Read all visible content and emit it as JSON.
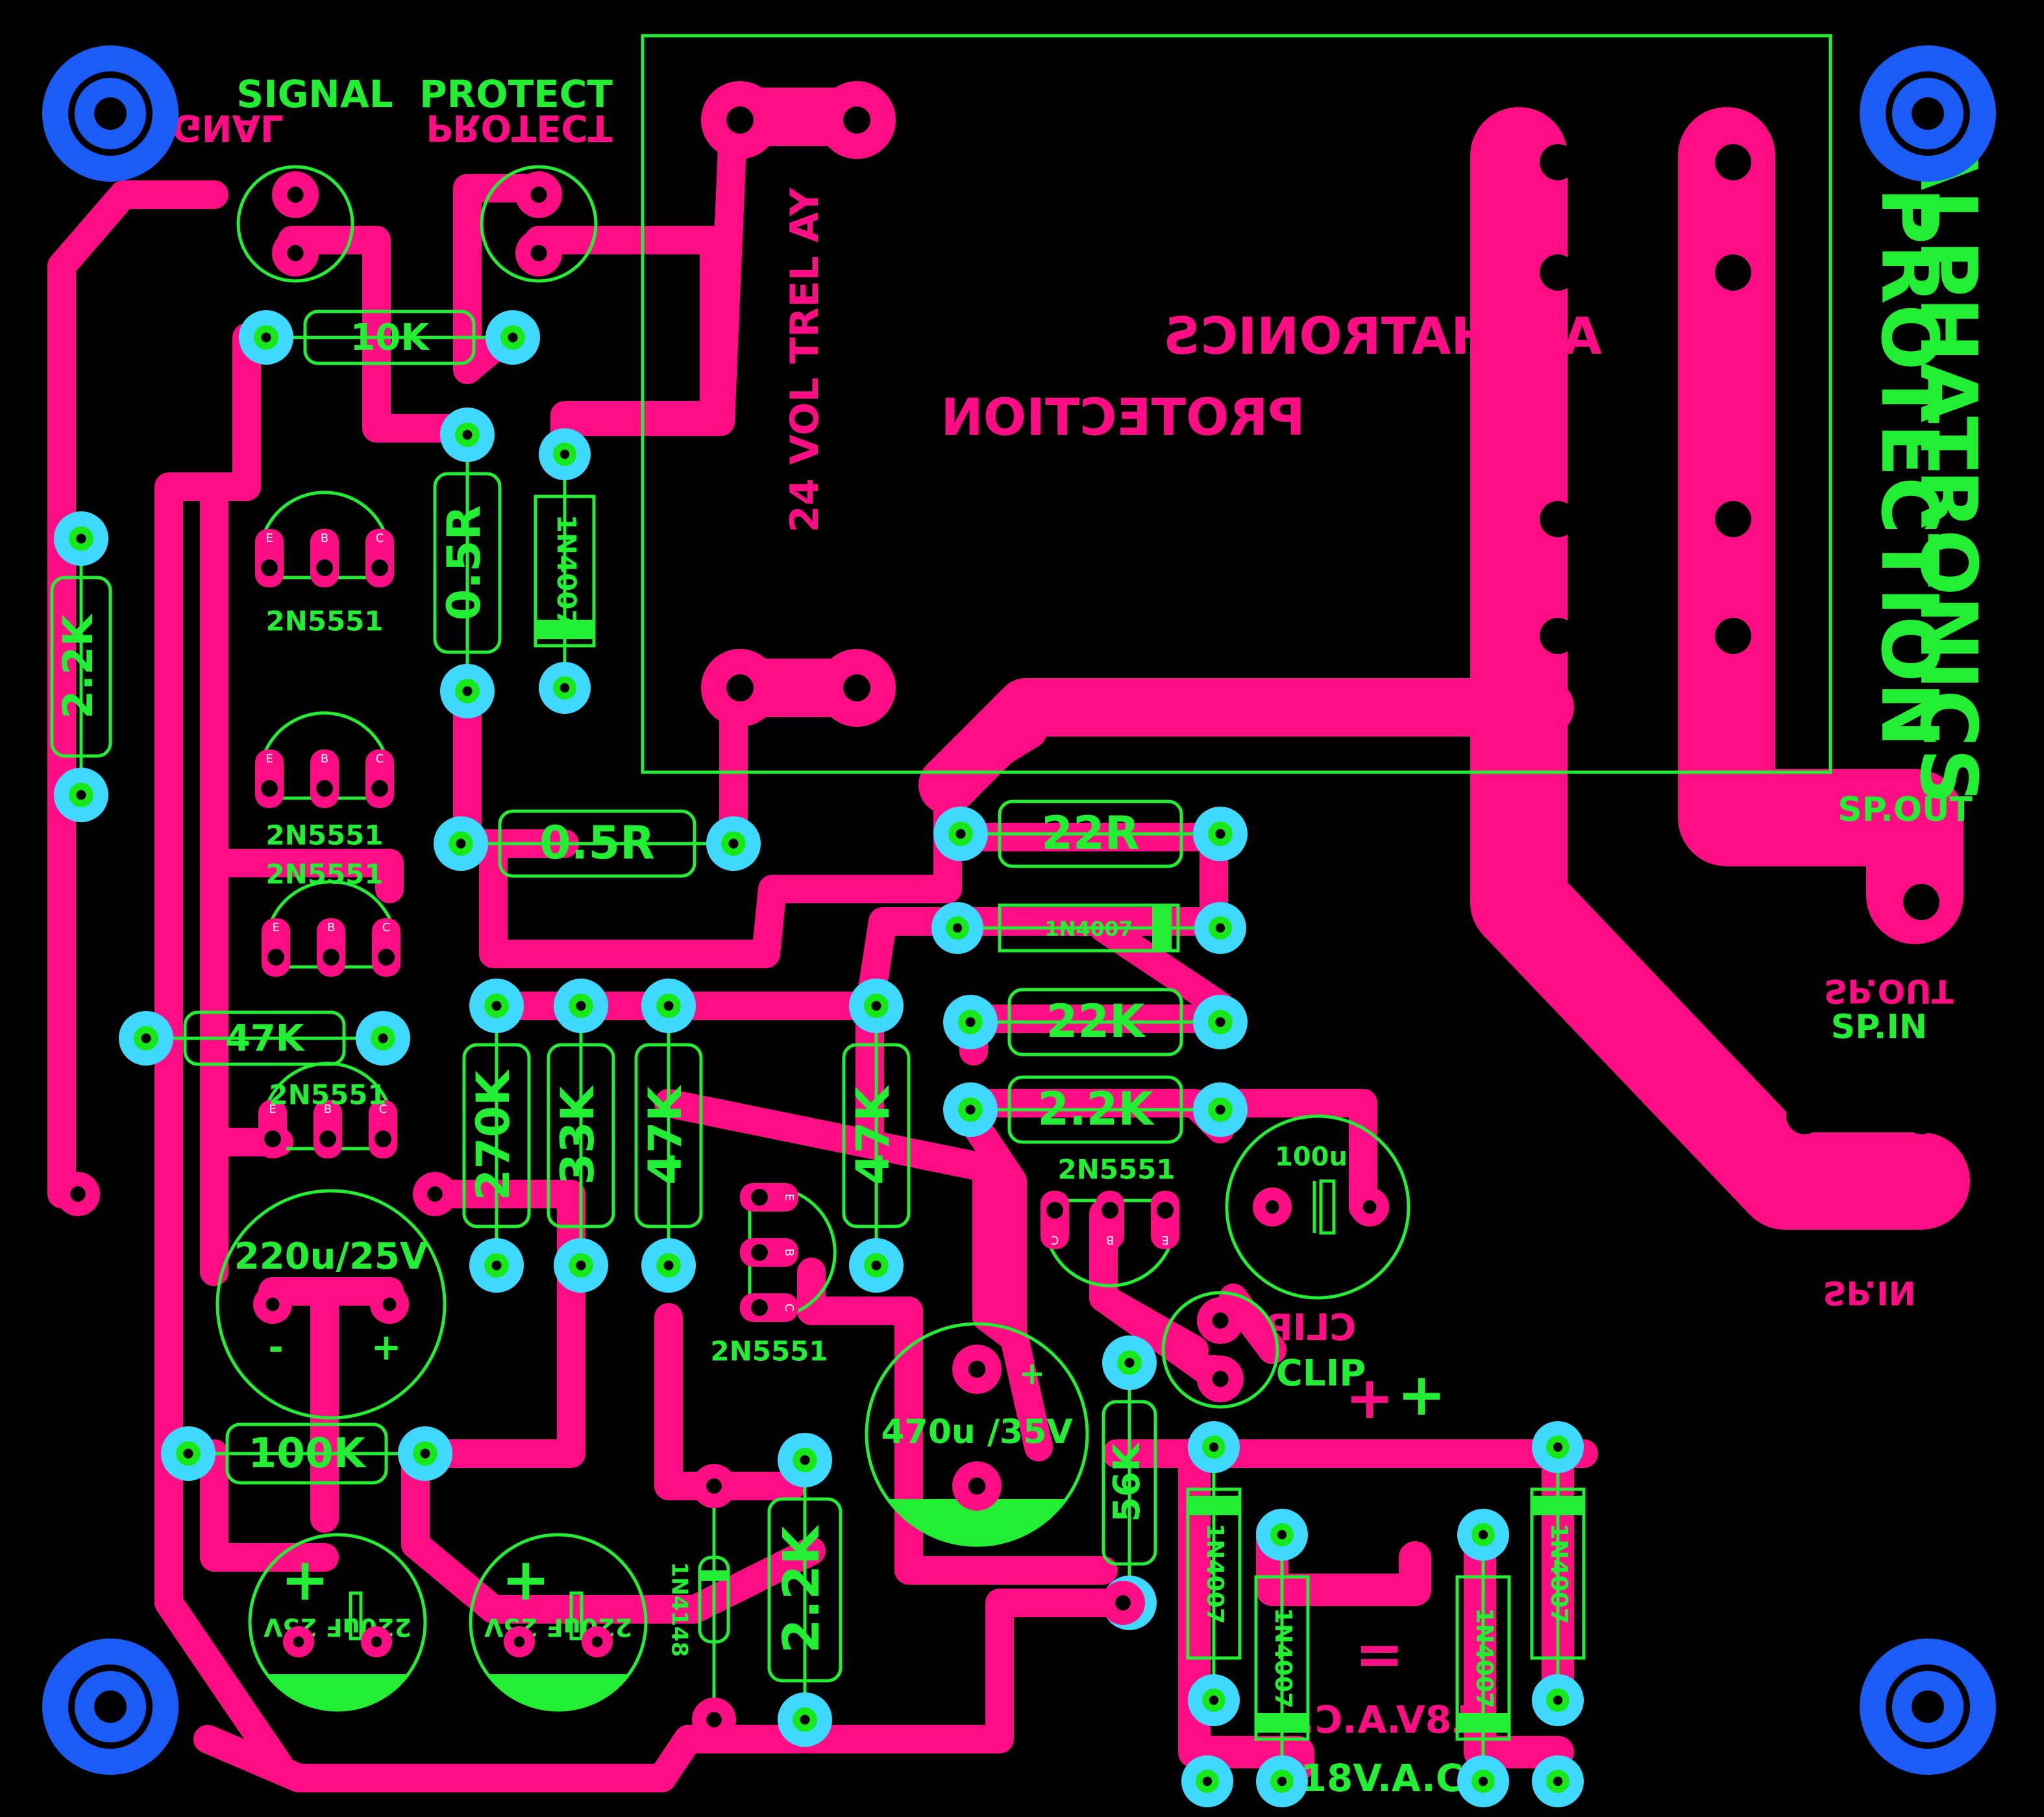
{
  "colors": {
    "background": "#000000",
    "copper": "#ff0d84",
    "silkscreen": "#22ee33",
    "pad": "#3fd8ff",
    "mounting_hole": "#1a5cf5"
  },
  "board": {
    "title": "ALPHATRONICS",
    "subtitle": "PROTECTION",
    "relay_label": "24 VOL TREL AY",
    "mirrored_title": "ALPHATRONICS",
    "mirrored_subtitle": "PROTECTION"
  },
  "leds": {
    "signal_label": "SIGNAL",
    "protect_label": "PROTECT",
    "clip_label": "CLIP"
  },
  "connectors": {
    "sp_out": "SP.OUT",
    "sp_in": "SP.IN",
    "ac_in": "18V.A.C.",
    "plus": "+",
    "minus": "="
  },
  "resistors": [
    {
      "id": "r-10k",
      "label": "10K"
    },
    {
      "id": "r-2k2-left",
      "label": "2.2K"
    },
    {
      "id": "r-0r5-vert",
      "label": "0.5R"
    },
    {
      "id": "r-0r5-horiz",
      "label": "0.5R"
    },
    {
      "id": "r-22r",
      "label": "22R"
    },
    {
      "id": "r-22k",
      "label": "22K"
    },
    {
      "id": "r-2k2-right",
      "label": "2.2K"
    },
    {
      "id": "r-47k-left",
      "label": "47K"
    },
    {
      "id": "r-270k",
      "label": "270K"
    },
    {
      "id": "r-33k",
      "label": "33K"
    },
    {
      "id": "r-47k-mid",
      "label": "47K"
    },
    {
      "id": "r-47k-right",
      "label": "47K"
    },
    {
      "id": "r-100k",
      "label": "100K"
    },
    {
      "id": "r-2k2-bottom",
      "label": "2.2K"
    },
    {
      "id": "r-56k",
      "label": "56K"
    }
  ],
  "transistors": [
    {
      "id": "q1",
      "label": "2N5551"
    },
    {
      "id": "q2",
      "label": "2N5551"
    },
    {
      "id": "q3",
      "label": "2N5551"
    },
    {
      "id": "q4",
      "label": "2N5551"
    },
    {
      "id": "q5",
      "label": "2N5551"
    },
    {
      "id": "q6",
      "label": "2N5551"
    }
  ],
  "pin_labels": [
    "E",
    "B",
    "C"
  ],
  "diodes": [
    {
      "id": "d-relay",
      "label": "1N4007"
    },
    {
      "id": "d-mid",
      "label": "1N4007"
    },
    {
      "id": "d-signal",
      "label": "1N4148"
    },
    {
      "id": "d-bridge-1",
      "label": "1N4007"
    },
    {
      "id": "d-bridge-2",
      "label": "1N4007"
    },
    {
      "id": "d-bridge-3",
      "label": "1N4007"
    },
    {
      "id": "d-bridge-4",
      "label": "1N4007"
    }
  ],
  "capacitors": [
    {
      "id": "c-220u-25v",
      "label": "220u/25V",
      "minus": "-",
      "plus": "+"
    },
    {
      "id": "c-470u-35v",
      "label": "470u /35V",
      "plus": "+"
    },
    {
      "id": "c-100u",
      "label": "100u"
    },
    {
      "id": "c-220uf-a",
      "label": "220uF 25V",
      "plus": "+"
    },
    {
      "id": "c-220uf-b",
      "label": "220uF 25V",
      "plus": "+"
    }
  ]
}
